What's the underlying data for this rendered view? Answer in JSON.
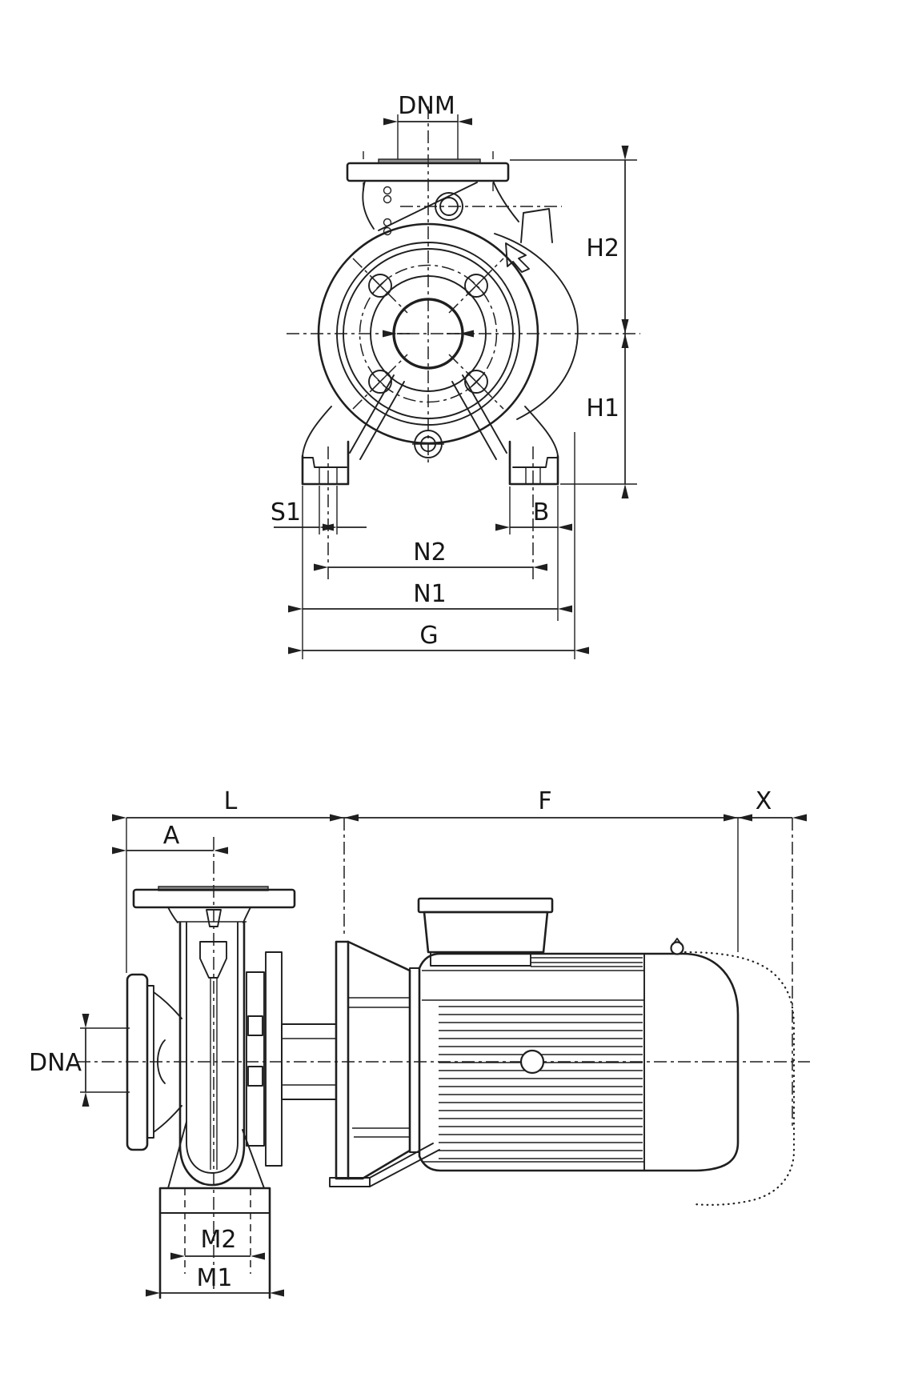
{
  "colors": {
    "ink": "#1f1f1f",
    "paper": "#ffffff"
  },
  "front_view": {
    "labels": {
      "dnm": "DNM",
      "h2": "H2",
      "h1": "H1",
      "s1": "S1",
      "b": "B",
      "n2": "N2",
      "n1": "N1",
      "g": "G"
    }
  },
  "side_view": {
    "labels": {
      "l": "L",
      "f": "F",
      "x": "X",
      "a": "A",
      "dna": "DNA",
      "m2": "M2",
      "m1": "M1"
    }
  }
}
